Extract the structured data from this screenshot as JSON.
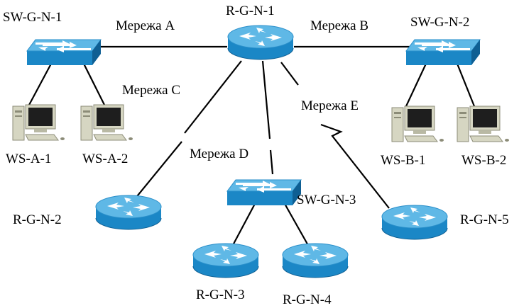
{
  "devices": {
    "router_r1": "R-G-N-1",
    "router_r2": "R-G-N-2",
    "router_r3": "R-G-N-3",
    "router_r4": "R-G-N-4",
    "router_r5": "R-G-N-5",
    "switch_sw1": "SW-G-N-1",
    "switch_sw2": "SW-G-N-2",
    "switch_sw3": "SW-G-N-3",
    "ws_a1": "WS-A-1",
    "ws_a2": "WS-A-2",
    "ws_b1": "WS-B-1",
    "ws_b2": "WS-B-2"
  },
  "networks": {
    "a": "Мережа A",
    "b": "Мережа B",
    "c": "Мережа C",
    "d": "Мережа D",
    "e": "Мережа E"
  },
  "colors": {
    "device_top": "#5fb8e6",
    "device_side": "#1b87c6",
    "device_dark": "#0f5f93",
    "pc_body": "#d6d6c2",
    "pc_shadow": "#8c8c78",
    "link": "#000000"
  },
  "icons": {
    "router": "router-icon",
    "switch": "switch-icon",
    "workstation": "workstation-icon"
  }
}
